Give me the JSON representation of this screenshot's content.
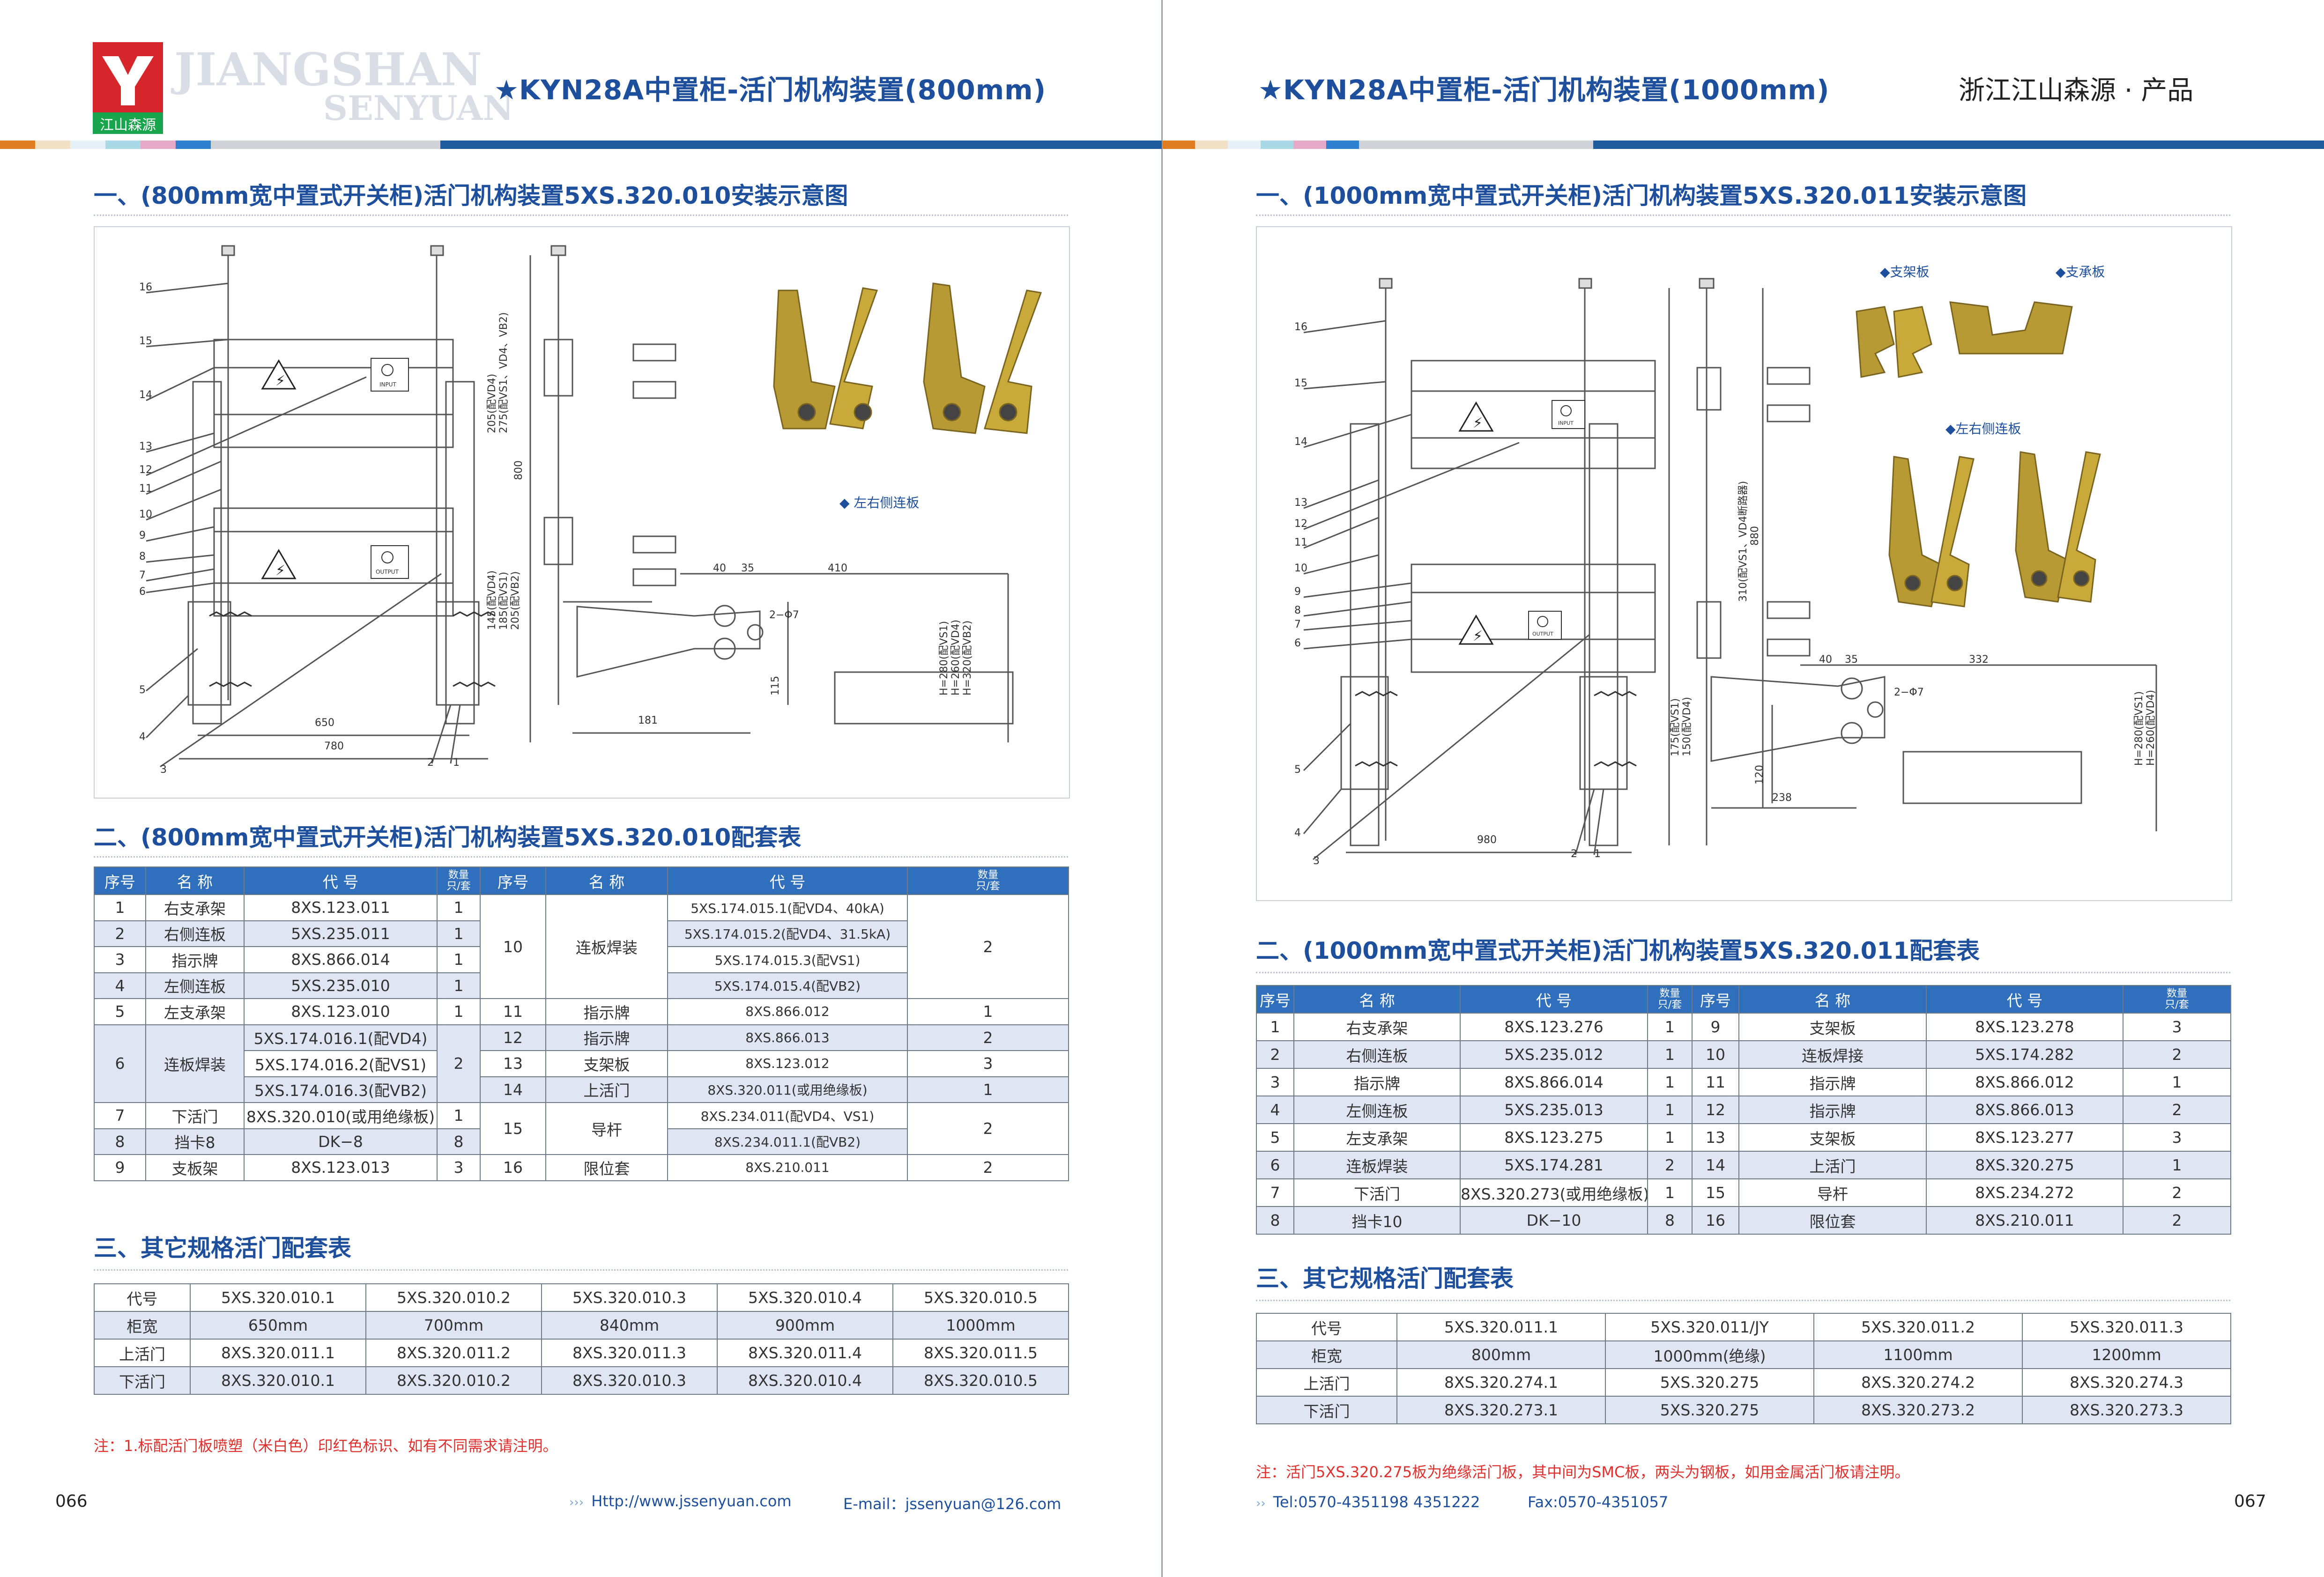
{
  "left": {
    "logo": {
      "latin_line1": "JIANGSHAN",
      "latin_line2": "SENYUAN",
      "cn": "江山森源"
    },
    "header_title": "★KYN28A中置柜-活门机构装置(800mm)",
    "section1_title": "一、(800mm宽中置式开关柜)活门机构装置5XS.320.010安装示意图",
    "diagram": {
      "callouts": [
        "16",
        "15",
        "14",
        "13",
        "12",
        "11",
        "10",
        "9",
        "8",
        "7",
        "6",
        "5",
        "4",
        "3",
        "2",
        "1"
      ],
      "dims": [
        "650",
        "780",
        "800",
        "181",
        "40",
        "35",
        "410",
        "115",
        "2−Φ7"
      ],
      "vert_notes": [
        "205(配VD4)",
        "275(配VS1、VD4、VB2)",
        "145(配VD4)",
        "185(配VS1)",
        "205(配VB2)",
        "H=280(配VS1)",
        "H=260(配VD4)",
        "H=320(配VB2)"
      ],
      "inset_label": "◆ 左右侧连板",
      "plate_text": [
        "INPUT",
        "OUTPUT"
      ]
    },
    "section2_title": "二、(800mm宽中置式开关柜)活门机构装置5XS.320.010配套表",
    "table1": {
      "headers": [
        "序号",
        "名 称",
        "代 号",
        "数量\n只/套",
        "序号",
        "名 称",
        "代 号",
        "数量\n只/套"
      ],
      "left_rows": [
        {
          "no": "1",
          "name": "右支承架",
          "code": "8XS.123.011",
          "qty": "1"
        },
        {
          "no": "2",
          "name": "右侧连板",
          "code": "5XS.235.011",
          "qty": "1"
        },
        {
          "no": "3",
          "name": "指示牌",
          "code": "8XS.866.014",
          "qty": "1"
        },
        {
          "no": "4",
          "name": "左侧连板",
          "code": "5XS.235.010",
          "qty": "1"
        },
        {
          "no": "5",
          "name": "左支承架",
          "code": "8XS.123.010",
          "qty": "1"
        },
        {
          "no": "6",
          "name": "连板焊装",
          "codes": [
            "5XS.174.016.1(配VD4)",
            "5XS.174.016.2(配VS1)",
            "5XS.174.016.3(配VB2)"
          ],
          "qty": "2"
        },
        {
          "no": "7",
          "name": "下活门",
          "code": "8XS.320.010(或用绝缘板)",
          "qty": "1"
        },
        {
          "no": "8",
          "name": "挡卡8",
          "code": "DK−8",
          "qty": "8"
        },
        {
          "no": "9",
          "name": "支板架",
          "code": "8XS.123.013",
          "qty": "3"
        }
      ],
      "right_rows": [
        {
          "no": "10",
          "name": "连板焊装",
          "codes": [
            "5XS.174.015.1(配VD4、40kA)",
            "5XS.174.015.2(配VD4、31.5kA)",
            "5XS.174.015.3(配VS1)",
            "5XS.174.015.4(配VB2)"
          ],
          "qty": "2"
        },
        {
          "no": "11",
          "name": "指示牌",
          "code": "8XS.866.012",
          "qty": "1"
        },
        {
          "no": "12",
          "name": "指示牌",
          "code": "8XS.866.013",
          "qty": "2"
        },
        {
          "no": "13",
          "name": "支架板",
          "code": "8XS.123.012",
          "qty": "3"
        },
        {
          "no": "14",
          "name": "上活门",
          "code": "8XS.320.011(或用绝缘板)",
          "qty": "1"
        },
        {
          "no": "15",
          "name": "导杆",
          "codes": [
            "8XS.234.011(配VD4、VS1)",
            "8XS.234.011.1(配VB2)"
          ],
          "qty": "2"
        },
        {
          "no": "16",
          "name": "限位套",
          "code": "8XS.210.011",
          "qty": "2"
        }
      ]
    },
    "section3_title": "三、其它规格活门配套表",
    "table2": {
      "rows": [
        [
          "代号",
          "5XS.320.010.1",
          "5XS.320.010.2",
          "5XS.320.010.3",
          "5XS.320.010.4",
          "5XS.320.010.5"
        ],
        [
          "柜宽",
          "650mm",
          "700mm",
          "840mm",
          "900mm",
          "1000mm"
        ],
        [
          "上活门",
          "8XS.320.011.1",
          "8XS.320.011.2",
          "8XS.320.011.3",
          "8XS.320.011.4",
          "8XS.320.011.5"
        ],
        [
          "下活门",
          "8XS.320.010.1",
          "8XS.320.010.2",
          "8XS.320.010.3",
          "8XS.320.010.4",
          "8XS.320.010.5"
        ]
      ]
    },
    "note": "注：1.标配活门板喷塑（米白色）印红色标识、如有不同需求请注明。",
    "page_number": "066",
    "footer_web": "Http://www.jssenyuan.com",
    "footer_email": "E-mail：jssenyuan@126.com"
  },
  "right": {
    "header_title": "★KYN28A中置柜-活门机构装置(1000mm)",
    "brand": "浙江江山森源 · 产品",
    "section1_title": "一、(1000mm宽中置式开关柜)活门机构装置5XS.320.011安装示意图",
    "diagram": {
      "callouts": [
        "16",
        "15",
        "14",
        "13",
        "12",
        "11",
        "10",
        "9",
        "8",
        "7",
        "6",
        "5",
        "4",
        "3",
        "2",
        "1"
      ],
      "dims": [
        "980",
        "880",
        "238",
        "40",
        "35",
        "332",
        "120",
        "2−Φ7"
      ],
      "vert_notes": [
        "310(配VS1、VD4断路器)",
        "175(配VS1)",
        "150(配VD4)",
        "H=280(配VS1)",
        "H=260(配VD4)"
      ],
      "inset_labels": [
        "◆支架板",
        "◆支承板",
        "◆左右侧连板"
      ],
      "plate_text": [
        "INPUT",
        "OUTPUT"
      ]
    },
    "section2_title": "二、(1000mm宽中置式开关柜)活门机构装置5XS.320.011配套表",
    "table1": {
      "headers": [
        "序号",
        "名 称",
        "代 号",
        "数量\n只/套",
        "序号",
        "名 称",
        "代 号",
        "数量\n只/套"
      ],
      "rows": [
        [
          "1",
          "右支承架",
          "8XS.123.276",
          "1",
          "9",
          "支架板",
          "8XS.123.278",
          "3"
        ],
        [
          "2",
          "右侧连板",
          "5XS.235.012",
          "1",
          "10",
          "连板焊接",
          "5XS.174.282",
          "2"
        ],
        [
          "3",
          "指示牌",
          "8XS.866.014",
          "1",
          "11",
          "指示牌",
          "8XS.866.012",
          "1"
        ],
        [
          "4",
          "左侧连板",
          "5XS.235.013",
          "1",
          "12",
          "指示牌",
          "8XS.866.013",
          "2"
        ],
        [
          "5",
          "左支承架",
          "8XS.123.275",
          "1",
          "13",
          "支架板",
          "8XS.123.277",
          "3"
        ],
        [
          "6",
          "连板焊装",
          "5XS.174.281",
          "2",
          "14",
          "上活门",
          "8XS.320.275",
          "1"
        ],
        [
          "7",
          "下活门",
          "8XS.320.273(或用绝缘板)",
          "1",
          "15",
          "导杆",
          "8XS.234.272",
          "2"
        ],
        [
          "8",
          "挡卡10",
          "DK−10",
          "8",
          "16",
          "限位套",
          "8XS.210.011",
          "2"
        ]
      ]
    },
    "section3_title": "三、其它规格活门配套表",
    "table2": {
      "rows": [
        [
          "代号",
          "5XS.320.011.1",
          "5XS.320.011/JY",
          "5XS.320.011.2",
          "5XS.320.011.3"
        ],
        [
          "柜宽",
          "800mm",
          "1000mm(绝缘)",
          "1100mm",
          "1200mm"
        ],
        [
          "上活门",
          "8XS.320.274.1",
          "5XS.320.275",
          "8XS.320.274.2",
          "8XS.320.274.3"
        ],
        [
          "下活门",
          "8XS.320.273.1",
          "5XS.320.275",
          "8XS.320.273.2",
          "8XS.320.273.3"
        ]
      ]
    },
    "note": "注：活门5XS.320.275板为绝缘活门板，其中间为SMC板，两头为钢板，如用金属活门板请注明。",
    "footer_tel": "Tel:0570-4351198   4351222",
    "footer_fax": "Fax:0570-4351057",
    "page_number": "067"
  },
  "colors": {
    "title_blue": "#1e4f9c",
    "table_header": "#2f6fbb",
    "row_band": "#dfe5f3",
    "note_red": "#e0302e",
    "logo_red": "#d7262b",
    "logo_green": "#19a54b",
    "brass": "#b79a33"
  }
}
